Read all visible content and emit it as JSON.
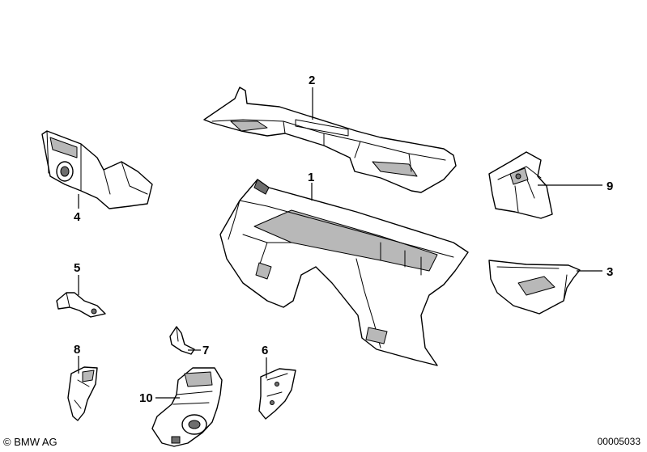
{
  "callouts": {
    "c1": "1",
    "c2": "2",
    "c3": "3",
    "c4": "4",
    "c5": "5",
    "c6": "6",
    "c7": "7",
    "c8": "8",
    "c9": "9",
    "c10": "10"
  },
  "footer": {
    "copyright": "© BMW AG",
    "document_number": "00005033"
  }
}
